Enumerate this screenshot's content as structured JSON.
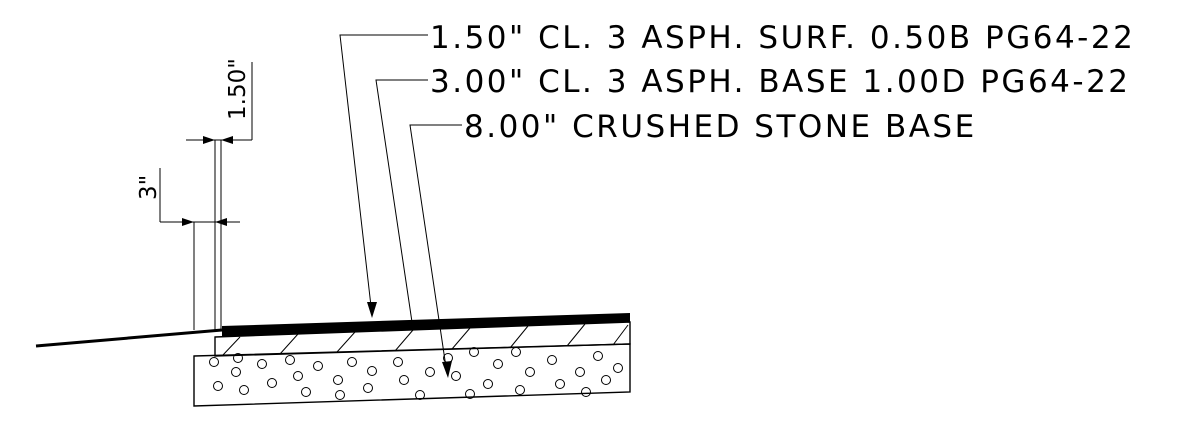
{
  "callouts": {
    "surface_course": "1.50\" CL. 3 ASPH. SURF. 0.50B PG64-22",
    "base_course": "3.00\" CL. 3 ASPH. BASE 1.00D PG64-22",
    "stone_base": "8.00\" CRUSHED STONE BASE"
  },
  "dimensions": {
    "surface_thickness": "1.50\"",
    "offset": "3\""
  }
}
